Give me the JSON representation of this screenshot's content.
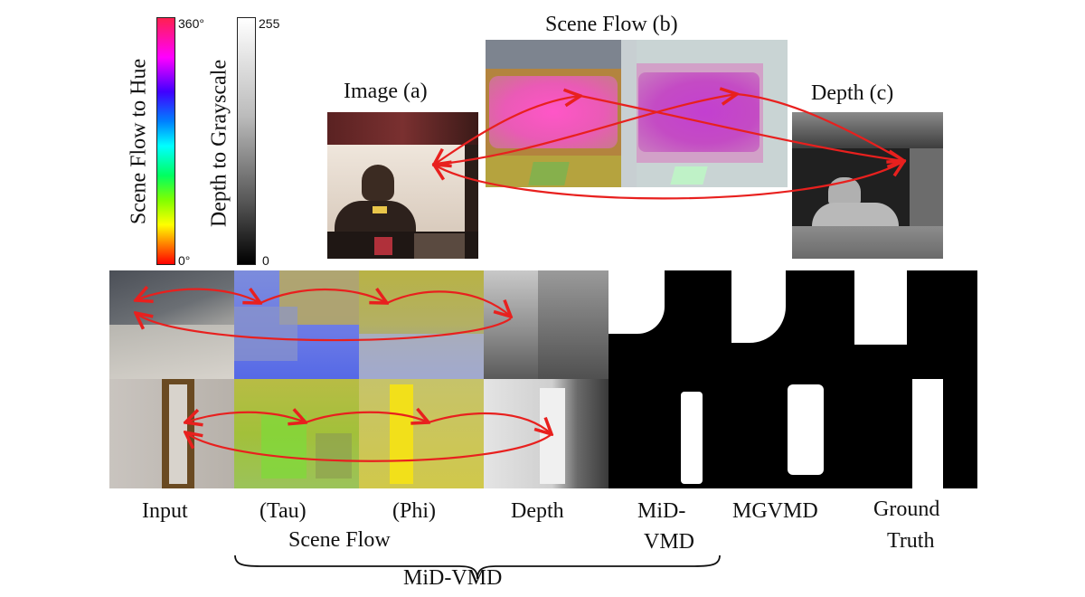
{
  "colorbars": {
    "hue": {
      "label": "Scene Flow to Hue",
      "max": "360°",
      "min": "0°"
    },
    "gray": {
      "label": "Depth to Grayscale",
      "max": "255",
      "min": "0"
    }
  },
  "top_panels": {
    "image_label": "Image (a)",
    "flow_label": "Scene Flow (b)",
    "depth_label": "Depth (c)"
  },
  "grid": {
    "column_labels": {
      "input": "Input",
      "tau": "(Tau)",
      "phi": "(Phi)",
      "depth": "Depth",
      "midvmd_line1": "MiD-",
      "midvmd_line2": "VMD",
      "mgvmd": "MGVMD",
      "gt_line1": "Ground",
      "gt_line2": "Truth"
    },
    "scene_flow_group": "Scene Flow",
    "brace_label": "MiD-VMD"
  },
  "colors": {
    "arrow": "#e8201e"
  }
}
